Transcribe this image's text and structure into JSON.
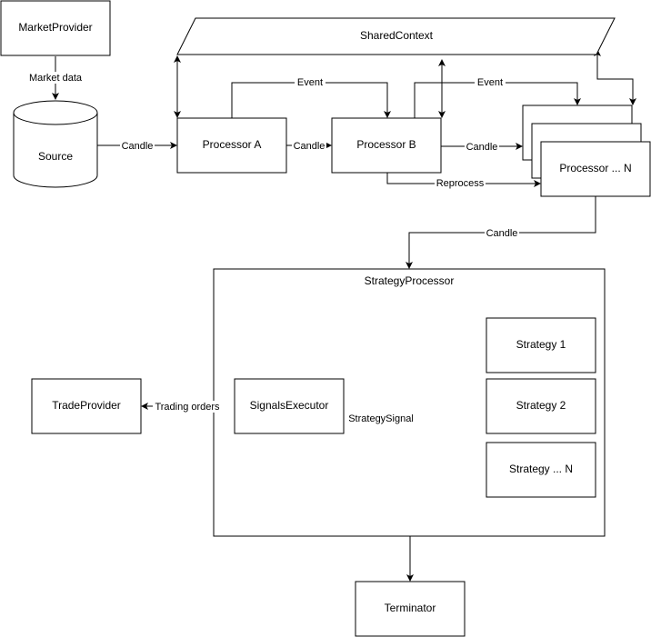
{
  "nodes": {
    "market_provider": "MarketProvider",
    "source": "Source",
    "shared_context": "SharedContext",
    "processor_a": "Processor A",
    "processor_b": "Processor B",
    "processor_n": "Processor ... N",
    "strategy_processor": "StrategyProcessor",
    "strategy_1": "Strategy 1",
    "strategy_2": "Strategy 2",
    "strategy_n": "Strategy ... N",
    "signals_executor": "SignalsExecutor",
    "trade_provider": "TradeProvider",
    "terminator": "Terminator"
  },
  "edges": {
    "market_data": "Market data",
    "candle_source_a": "Candle",
    "candle_a_b": "Candle",
    "candle_b_n": "Candle",
    "event_a_b": "Event",
    "event_b_n": "Event",
    "reprocess": "Reprocess",
    "candle_n_strategy": "Candle",
    "strategy_signal": "StrategySignal",
    "trading_orders": "Trading orders"
  }
}
